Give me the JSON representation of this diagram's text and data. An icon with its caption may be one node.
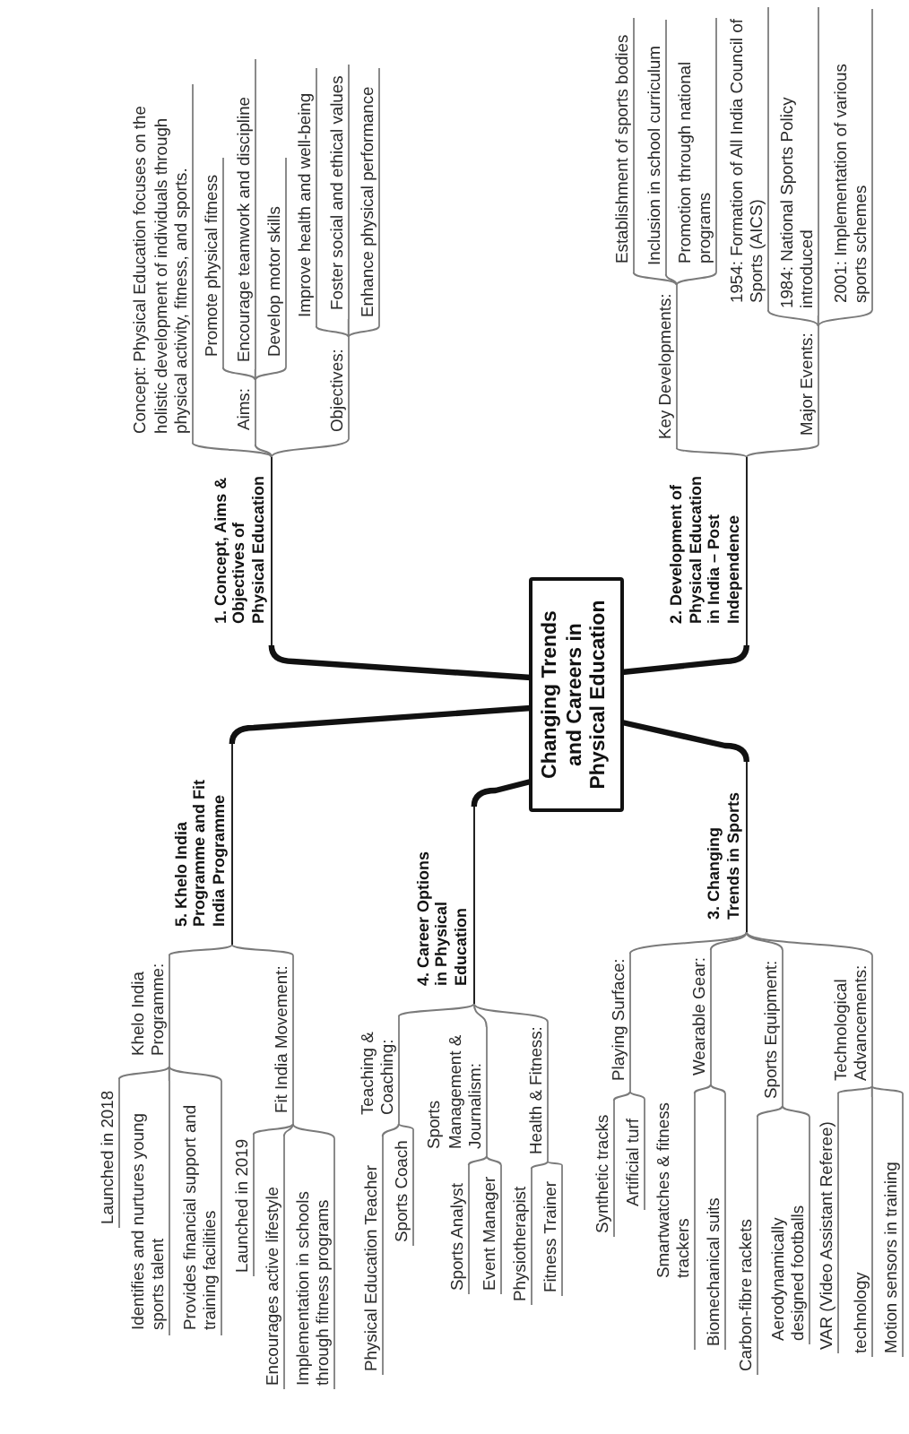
{
  "diagram": {
    "nodes": [
      {
        "text": [
          "Changing Trends and Careers in Physical Education"
        ]
      },
      {
        "text": [
          "1. Concept, Aims & Objectives of Physical Education"
        ]
      },
      {
        "text": [
          "Concept: Physical Education focuses on the holistic development of individuals through physical activity, fitness, and sports."
        ]
      },
      {
        "text": [
          "Aims:"
        ]
      },
      {
        "text": [
          "Promote physical fitness"
        ]
      },
      {
        "text": [
          "Encourage teamwork and discipline"
        ]
      },
      {
        "text": [
          "Develop motor skills"
        ]
      },
      {
        "text": [
          "Objectives:"
        ]
      },
      {
        "text": [
          "Improve health and well-being"
        ]
      },
      {
        "text": [
          "Foster social and ethical values"
        ]
      },
      {
        "text": [
          "Enhance physical performance"
        ]
      },
      {
        "text": [
          "2. Development of Physical Education in India – Post Independence"
        ]
      },
      {
        "text": [
          "Key Developments:"
        ]
      },
      {
        "text": [
          "Establishment of sports bodies"
        ]
      },
      {
        "text": [
          "Inclusion in school curriculum"
        ]
      },
      {
        "text": [
          "Promotion through national programs"
        ]
      },
      {
        "text": [
          "Major Events:"
        ]
      },
      {
        "text": [
          "1954: Formation of All India Council of Sports (AICS)"
        ]
      },
      {
        "text": [
          "1984: National Sports Policy introduced"
        ]
      },
      {
        "text": [
          "2001: Implementation of various sports schemes"
        ]
      },
      {
        "text": [
          "3. Changing Trends in Sports"
        ]
      },
      {
        "text": [
          "Playing Surface:"
        ]
      },
      {
        "text": [
          "Synthetic tracks"
        ]
      },
      {
        "text": [
          "Artificial turf"
        ]
      },
      {
        "text": [
          "Wearable Gear:"
        ]
      },
      {
        "text": [
          "Smartwatches & fitness trackers"
        ]
      },
      {
        "text": [
          "Biomechanical suits"
        ]
      },
      {
        "text": [
          "Sports Equipment:"
        ]
      },
      {
        "text": [
          "Carbon-fibre rackets"
        ]
      },
      {
        "text": [
          "Aerodynamically designed footballs"
        ]
      },
      {
        "text": [
          "Technological Advancements:"
        ]
      },
      {
        "text": [
          "VAR (Video Assistant Referee)"
        ]
      },
      {
        "text": [
          "technology"
        ]
      },
      {
        "text": [
          "Motion sensors in training"
        ]
      },
      {
        "text": [
          "4. Career Options in Physical Education"
        ]
      },
      {
        "text": [
          "Teaching & Coaching:"
        ]
      },
      {
        "text": [
          "Physical Education Teacher"
        ]
      },
      {
        "text": [
          "Sports Coach"
        ]
      },
      {
        "text": [
          "Sports Management & Journalism:"
        ]
      },
      {
        "text": [
          "Sports Analyst"
        ]
      },
      {
        "text": [
          "Event Manager"
        ]
      },
      {
        "text": [
          "Health & Fitness:"
        ]
      },
      {
        "text": [
          "Physiotherapist"
        ]
      },
      {
        "text": [
          "Fitness Trainer"
        ]
      },
      {
        "text": [
          "5. Khelo India Programme and Fit India Programme"
        ]
      },
      {
        "text": [
          "Khelo India Programme:"
        ]
      },
      {
        "text": [
          "Launched in 2018"
        ]
      },
      {
        "text": [
          "Identifies and nurtures young sports talent"
        ]
      },
      {
        "text": [
          "Provides financial support and training facilities"
        ]
      },
      {
        "text": [
          "Fit India Movement:"
        ]
      },
      {
        "text": [
          "Launched in 2019"
        ]
      },
      {
        "text": [
          "Encourages active lifestyle"
        ]
      },
      {
        "text": [
          "Implementation in schools through fitness programs"
        ]
      }
    ],
    "edges": [
      {
        "from": 0,
        "to": 1,
        "arrow": "none",
        "style": "thick",
        "color": "#111111"
      },
      {
        "from": 1,
        "to": 2,
        "arrow": "none"
      },
      {
        "from": 1,
        "to": 3,
        "arrow": "none"
      },
      {
        "from": 1,
        "to": 7,
        "arrow": "none"
      },
      {
        "from": 3,
        "to": 4,
        "arrow": "none"
      },
      {
        "from": 3,
        "to": 5,
        "arrow": "none"
      },
      {
        "from": 3,
        "to": 6,
        "arrow": "none"
      },
      {
        "from": 7,
        "to": 8,
        "arrow": "none"
      },
      {
        "from": 7,
        "to": 9,
        "arrow": "none"
      },
      {
        "from": 7,
        "to": 10,
        "arrow": "none"
      },
      {
        "from": 0,
        "to": 11,
        "arrow": "none",
        "style": "thick",
        "color": "#111111"
      },
      {
        "from": 11,
        "to": 12,
        "arrow": "none"
      },
      {
        "from": 11,
        "to": 16,
        "arrow": "none"
      },
      {
        "from": 12,
        "to": 13,
        "arrow": "none"
      },
      {
        "from": 12,
        "to": 14,
        "arrow": "none"
      },
      {
        "from": 12,
        "to": 15,
        "arrow": "none"
      },
      {
        "from": 16,
        "to": 17,
        "arrow": "none"
      },
      {
        "from": 16,
        "to": 18,
        "arrow": "none"
      },
      {
        "from": 16,
        "to": 19,
        "arrow": "none"
      },
      {
        "from": 0,
        "to": 20,
        "arrow": "none",
        "style": "thick",
        "color": "#111111"
      },
      {
        "from": 20,
        "to": 21,
        "arrow": "none"
      },
      {
        "from": 20,
        "to": 24,
        "arrow": "none"
      },
      {
        "from": 20,
        "to": 27,
        "arrow": "none"
      },
      {
        "from": 20,
        "to": 30,
        "arrow": "none"
      },
      {
        "from": 21,
        "to": 22,
        "arrow": "none"
      },
      {
        "from": 21,
        "to": 23,
        "arrow": "none"
      },
      {
        "from": 24,
        "to": 25,
        "arrow": "none"
      },
      {
        "from": 24,
        "to": 26,
        "arrow": "none"
      },
      {
        "from": 27,
        "to": 28,
        "arrow": "none"
      },
      {
        "from": 27,
        "to": 29,
        "arrow": "none"
      },
      {
        "from": 30,
        "to": 31,
        "arrow": "none"
      },
      {
        "from": 30,
        "to": 32,
        "arrow": "none"
      },
      {
        "from": 30,
        "to": 33,
        "arrow": "none"
      },
      {
        "from": 0,
        "to": 34,
        "arrow": "none",
        "style": "thick",
        "color": "#111111"
      },
      {
        "from": 34,
        "to": 35,
        "arrow": "none"
      },
      {
        "from": 34,
        "to": 38,
        "arrow": "none"
      },
      {
        "from": 34,
        "to": 41,
        "arrow": "none"
      },
      {
        "from": 35,
        "to": 36,
        "arrow": "none"
      },
      {
        "from": 35,
        "to": 37,
        "arrow": "none"
      },
      {
        "from": 38,
        "to": 39,
        "arrow": "none"
      },
      {
        "from": 38,
        "to": 40,
        "arrow": "none"
      },
      {
        "from": 41,
        "to": 42,
        "arrow": "none"
      },
      {
        "from": 41,
        "to": 43,
        "arrow": "none"
      },
      {
        "from": 0,
        "to": 44,
        "arrow": "none",
        "style": "thick",
        "color": "#111111"
      },
      {
        "from": 44,
        "to": 45,
        "arrow": "none"
      },
      {
        "from": 44,
        "to": 49,
        "arrow": "none"
      },
      {
        "from": 45,
        "to": 46,
        "arrow": "none"
      },
      {
        "from": 45,
        "to": 47,
        "arrow": "none"
      },
      {
        "from": 45,
        "to": 48,
        "arrow": "none"
      },
      {
        "from": 49,
        "to": 50,
        "arrow": "none"
      },
      {
        "from": 49,
        "to": 51,
        "arrow": "none"
      },
      {
        "from": 49,
        "to": 52,
        "arrow": "none"
      }
    ]
  }
}
